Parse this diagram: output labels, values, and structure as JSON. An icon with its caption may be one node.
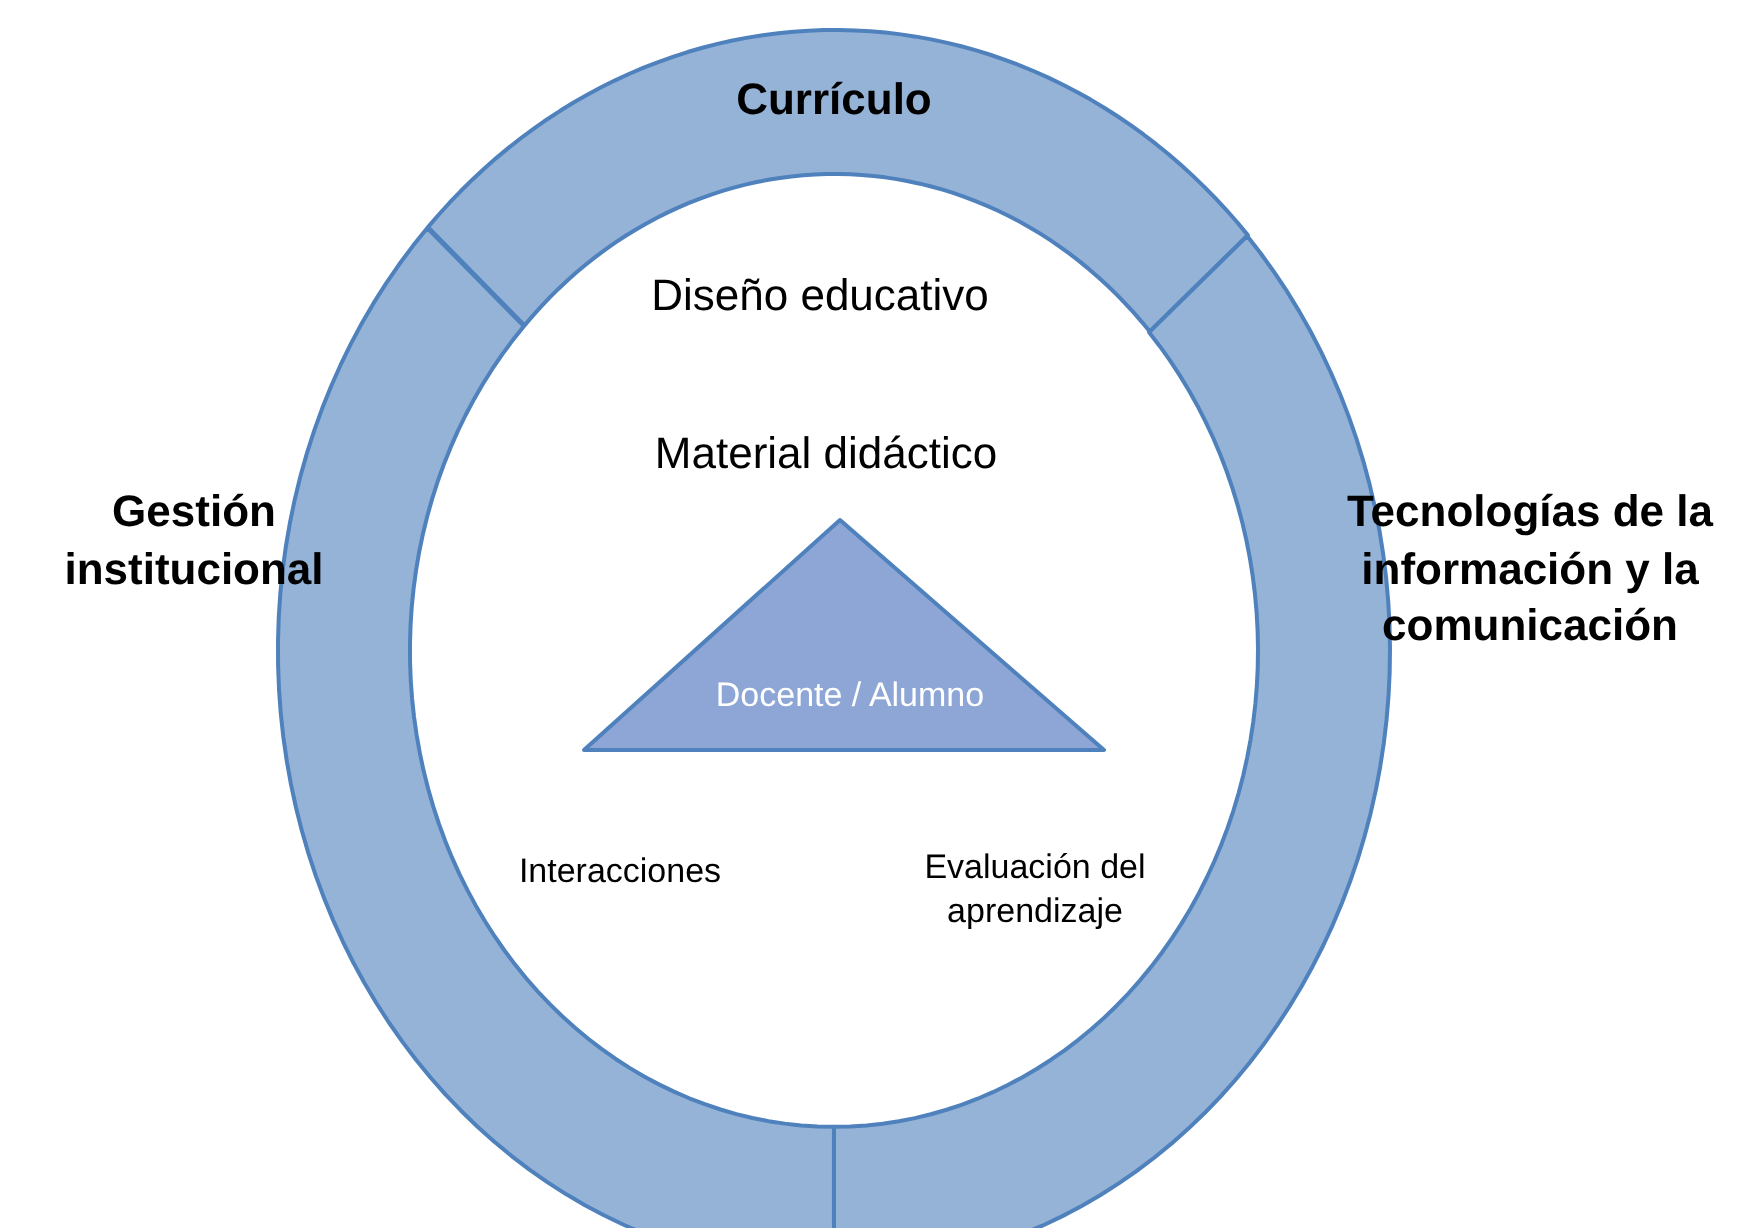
{
  "diagram": {
    "nodes": [
      {
        "text": [
          "Currículo"
        ]
      },
      {
        "text": [
          "Tecnologías de la información y la comunicación"
        ]
      },
      {
        "text": [
          "Gestión institucional"
        ]
      },
      {
        "text": [
          "Docente / Alumno"
        ]
      }
    ],
    "labels": [
      "Diseño educativo",
      "Material didáctico",
      "Interacciones",
      "Evaluación del aprendizaje"
    ]
  }
}
